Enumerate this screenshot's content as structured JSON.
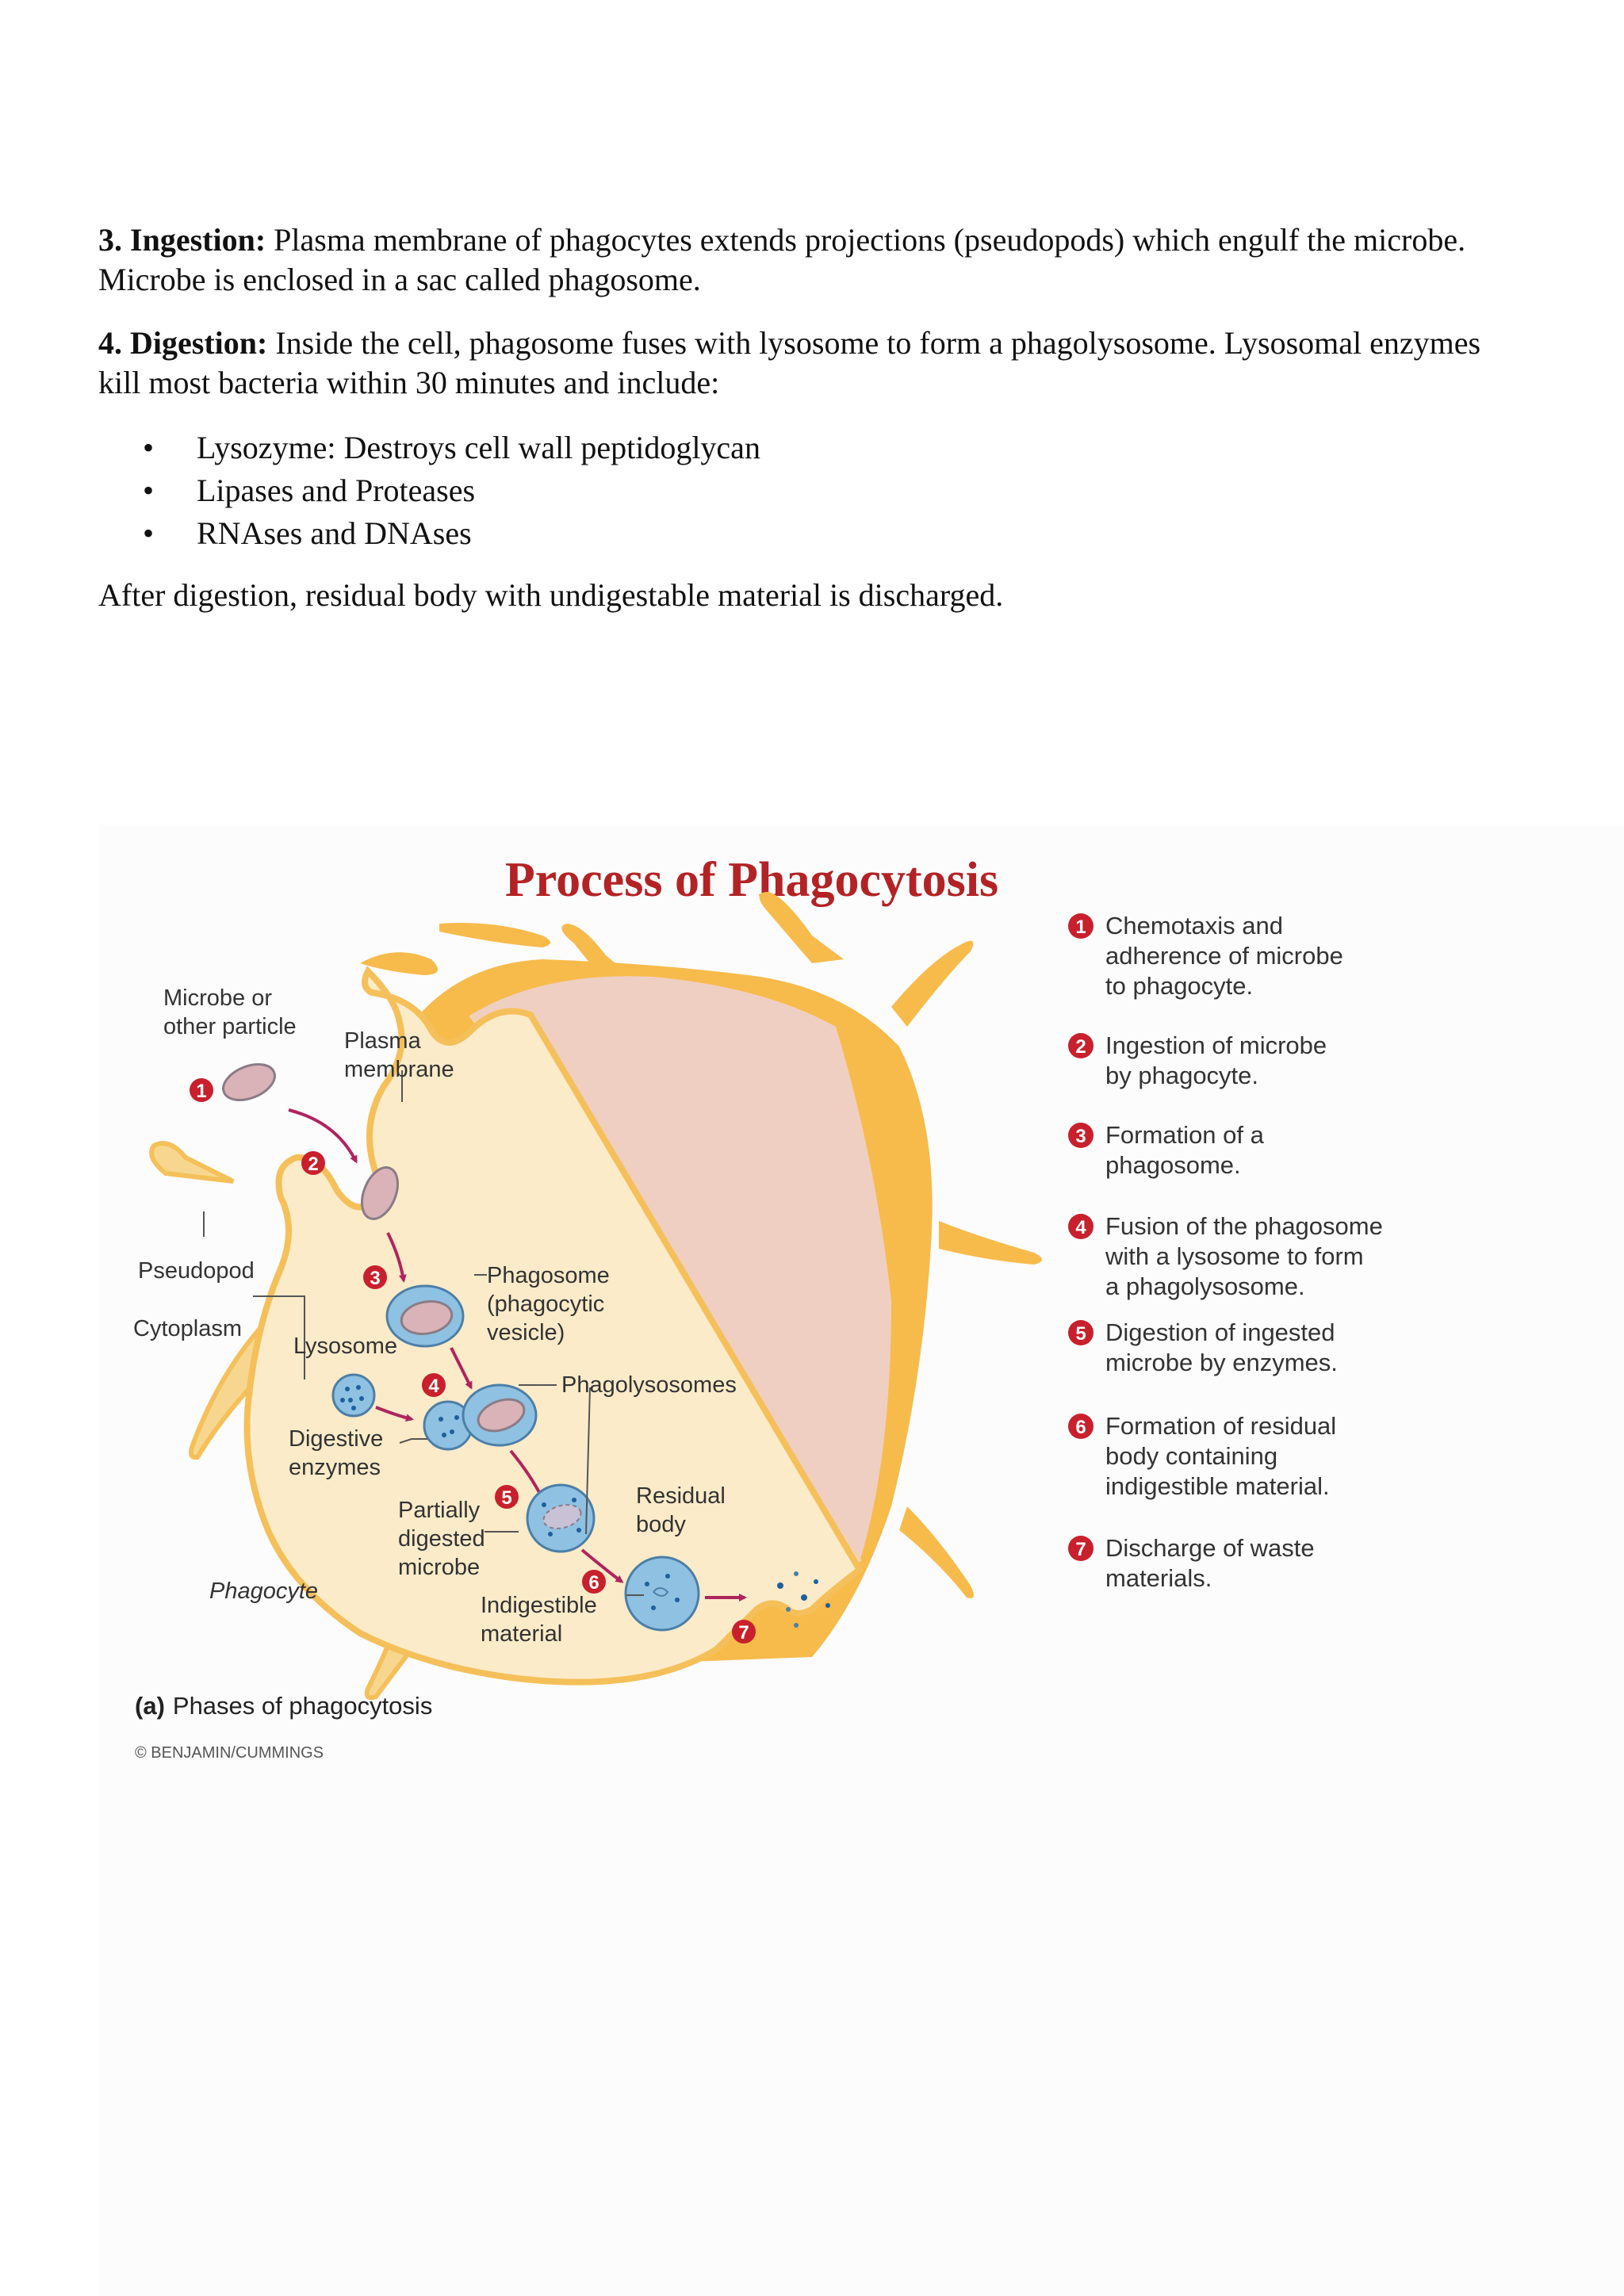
{
  "text": {
    "ingestion_lead": "3. Ingestion:",
    "ingestion_body": " Plasma membrane of phagocytes extends projections (pseudopods) which engulf the microbe. Microbe is enclosed in a sac called phagosome.",
    "digestion_lead": "4. Digestion:",
    "digestion_body": " Inside the cell, phagosome fuses with lysosome to form a phagolysosome. Lysosomal enzymes kill most bacteria within 30 minutes and include:",
    "enzymes": [
      "Lysozyme: Destroys cell wall peptidoglycan",
      "Lipases and Proteases",
      "RNAses and DNAses"
    ],
    "after": "After digestion, residual body with undigestable material is discharged."
  },
  "figure": {
    "title": "Process of Phagocytosis",
    "labels": {
      "microbe_1": "Microbe or",
      "microbe_2": "other particle",
      "plasma_1": "Plasma",
      "plasma_2": "membrane",
      "pseudopod": "Pseudopod",
      "cytoplasm": "Cytoplasm",
      "lysosome": "Lysosome",
      "phagosome_1": "Phagosome",
      "phagosome_2": "(phagocytic",
      "phagosome_3": "vesicle)",
      "phagolysosomes": "Phagolysosomes",
      "digestive_1": "Digestive",
      "digestive_2": "enzymes",
      "residual_1": "Residual",
      "residual_2": "body",
      "partially_1": "Partially",
      "partially_2": "digested",
      "partially_3": "microbe",
      "indigestible_1": "Indigestible",
      "indigestible_2": "material",
      "phagocyte": "Phagocyte"
    },
    "badges": [
      "1",
      "2",
      "3",
      "4",
      "5",
      "6",
      "7"
    ],
    "caption_letter": "(a)",
    "caption_text": "Phases of phagocytosis",
    "copyright": "© BENJAMIN/CUMMINGS",
    "steps": [
      {
        "number": "1",
        "lines": [
          "Chemotaxis and",
          "adherence of microbe",
          "to phagocyte."
        ]
      },
      {
        "number": "2",
        "lines": [
          "Ingestion of microbe",
          "by phagocyte."
        ]
      },
      {
        "number": "3",
        "lines": [
          "Formation of a",
          "phagosome."
        ]
      },
      {
        "number": "4",
        "lines": [
          "Fusion of the phagosome",
          "with a lysosome to form",
          "a phagolysosome."
        ]
      },
      {
        "number": "5",
        "lines": [
          "Digestion of ingested",
          "microbe by enzymes."
        ]
      },
      {
        "number": "6",
        "lines": [
          "Formation of residual",
          "body containing",
          "indigestible material."
        ]
      },
      {
        "number": "7",
        "lines": [
          "Discharge of waste",
          "materials."
        ]
      }
    ],
    "colors": {
      "cell_fill": "#fbebc9",
      "cell_outline": "#f5c05a",
      "cell_back": "#f7bb4c",
      "cut_face": "#efcfc1",
      "vesicle": "#7fb7dc",
      "badge": "#c8202c",
      "arrow": "#b0245e",
      "title": "#b32325"
    }
  }
}
